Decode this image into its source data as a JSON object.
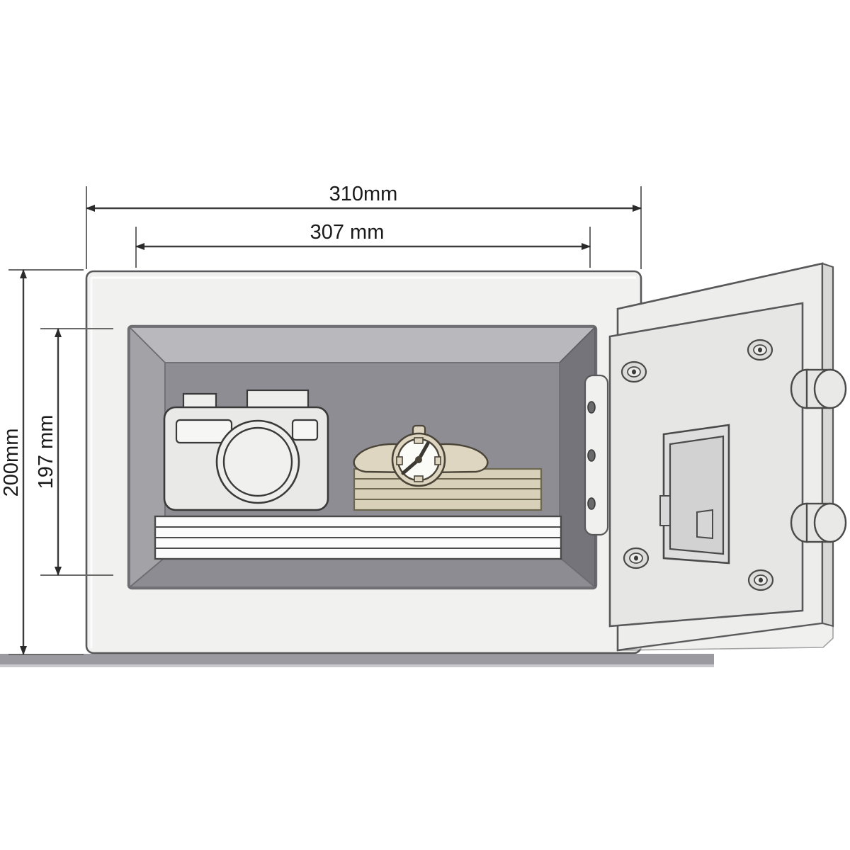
{
  "diagram": {
    "title": "Safe interior and door dimension drawing",
    "subject": "electronic-safe",
    "view": "front-open"
  },
  "dimensions": {
    "width_outer": {
      "label": "310mm",
      "value": 310,
      "unit": "mm",
      "axis": "horizontal",
      "measures": "outer-width"
    },
    "width_inner": {
      "label": "307 mm",
      "value": 307,
      "unit": "mm",
      "axis": "horizontal",
      "measures": "inner-width"
    },
    "height_outer": {
      "label": "200mm",
      "value": 200,
      "unit": "mm",
      "axis": "vertical",
      "measures": "outer-height"
    },
    "height_inner": {
      "label": "197 mm",
      "value": 197,
      "unit": "mm",
      "axis": "vertical",
      "measures": "inner-height"
    }
  },
  "contents": {
    "camera": {
      "name": "camera",
      "lens_rings": 2,
      "top_knobs": 2
    },
    "watch": {
      "name": "wristwatch",
      "dial": "white",
      "hands": 2,
      "markers": 4
    },
    "banknotes": {
      "name": "banknote-stack",
      "layers": 4
    },
    "documents": {
      "name": "document-stack",
      "layers": 4
    }
  },
  "door": {
    "screws": 4,
    "deadbolts": 2,
    "lock_plate": "lock-mechanism-plate",
    "hinge_holes": 3
  },
  "colors": {
    "background": "#ffffff",
    "body_face": "#f0f0ee",
    "body_outline": "#4a4a4a",
    "cavity_back": "#8d8d91",
    "cavity_wall_dark": "#76767a",
    "cavity_wall_light": "#a6a6aa",
    "cavity_top_bevel": "#b4b4b8",
    "door_face": "#ededeb",
    "door_inner": "#e2e2e0",
    "door_edge": "#d2d2d0",
    "metal_light": "#e8e8e6",
    "metal_mid": "#d0d0ce",
    "banknote": "#d8d0b8",
    "banknote_line": "#7a7256",
    "watch_strap": "#ded6c0",
    "watch_dial": "#fbfbf7",
    "paper": "#fbfbfb",
    "ground": "#9a9aa0",
    "dim_line": "#3c3c3c",
    "dim_text": "#1a1a1a"
  }
}
